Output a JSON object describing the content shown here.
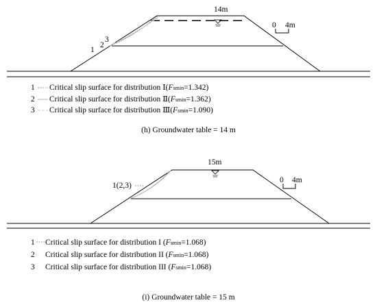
{
  "panel_h": {
    "water_label": "14m",
    "scale_zero": "0",
    "scale_label": "4m",
    "slip_markers": [
      "1",
      "2",
      "3"
    ],
    "legend": [
      {
        "num": "1",
        "text": "Critical slip surface for distribution Ⅰ(",
        "f": "F",
        "fsub": "smin",
        "val": "=1.342)"
      },
      {
        "num": "2",
        "text": "Critical slip surface for distribution Ⅱ(",
        "f": "F",
        "fsub": "smin",
        "val": "=1.362)"
      },
      {
        "num": "3",
        "text": "Critical slip surface for distribution Ⅲ(",
        "f": "F",
        "fsub": "smin",
        "val": "=1.090)"
      }
    ],
    "caption": "(h) Groundwater table = 14 m"
  },
  "panel_i": {
    "water_label": "15m",
    "scale_zero": "0",
    "scale_label": "4m",
    "slip_marker": "1(2,3)",
    "legend": [
      {
        "num": "1",
        "text": "Critical slip surface for distribution I  (",
        "f": "F",
        "fsub": "smin",
        "val": "=1.068)"
      },
      {
        "num": "2",
        "text": "Critical slip surface for distribution II  (",
        "f": "F",
        "fsub": "smin",
        "val": "=1.068)"
      },
      {
        "num": "3",
        "text": "Critical slip surface for distribution III (",
        "f": "F",
        "fsub": "smin",
        "val": "=1.068)"
      }
    ],
    "caption": "(i) Groundwater table = 15 m"
  }
}
